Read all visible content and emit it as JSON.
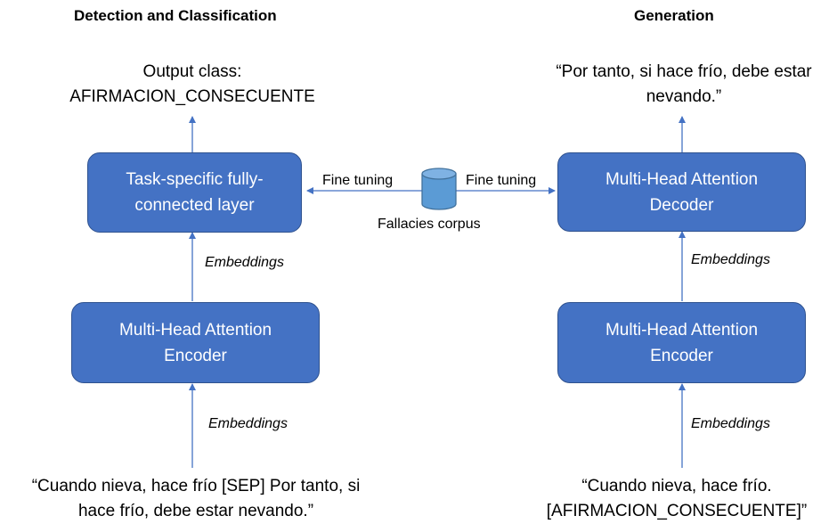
{
  "headings": {
    "left": "Detection and Classification",
    "right": "Generation"
  },
  "left": {
    "output_line1": "Output class:",
    "output_line2": "AFIRMACION_CONSECUENTE",
    "fc_line1": "Task-specific fully-",
    "fc_line2": "connected layer",
    "embeddings_upper": "Embeddings",
    "encoder_line1": "Multi-Head Attention",
    "encoder_line2": "Encoder",
    "embeddings_lower": "Embeddings",
    "input_line1": "“Cuando nieva, hace frío [SEP] Por tanto, si",
    "input_line2": "hace frío, debe estar nevando.”"
  },
  "center": {
    "fine_tuning_left": "Fine tuning",
    "fine_tuning_right": "Fine tuning",
    "corpus_label": "Fallacies corpus",
    "database_icon": "database-icon"
  },
  "right": {
    "output_line1": "“Por tanto, si hace frío, debe estar",
    "output_line2": "nevando.”",
    "decoder_line1": "Multi-Head Attention",
    "decoder_line2": "Decoder",
    "embeddings_upper": "Embeddings",
    "encoder_line1": "Multi-Head Attention",
    "encoder_line2": "Encoder",
    "embeddings_lower": "Embeddings",
    "input_line1": "“Cuando nieva, hace frío.",
    "input_line2": "[AFIRMACION_CONSECUENTE]”"
  },
  "colors": {
    "box_fill": "#4472c4",
    "box_border": "#2f528f",
    "arrow": "#4472c4",
    "box_text": "#ffffff"
  }
}
